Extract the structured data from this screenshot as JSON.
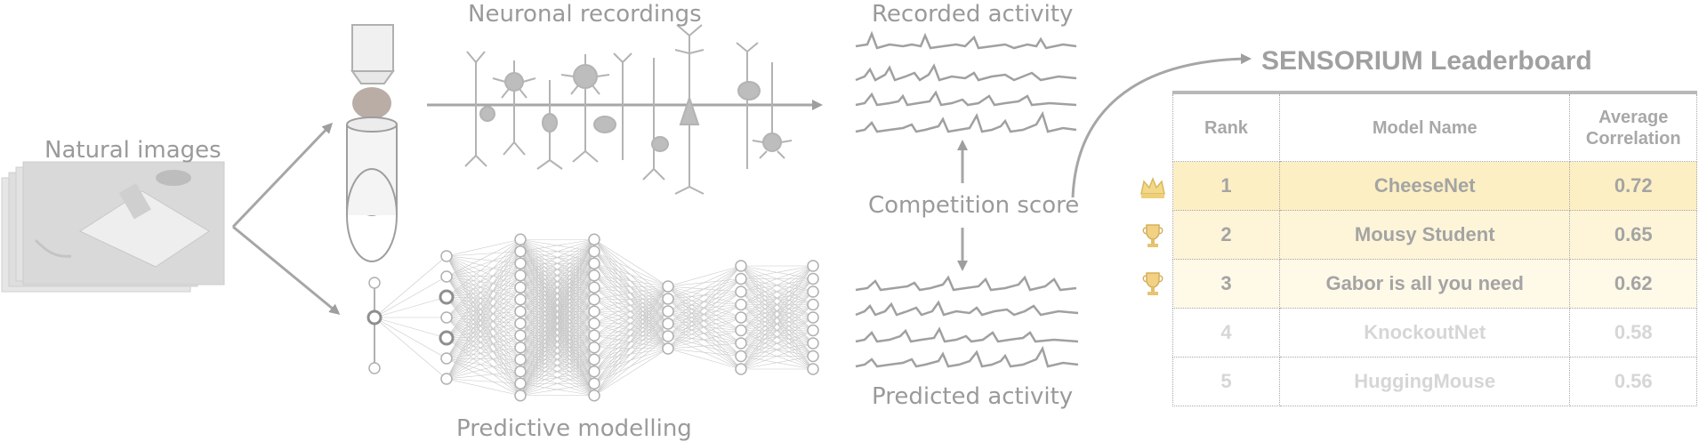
{
  "labels": {
    "natural_images": "Natural images",
    "neuronal_recordings": "Neuronal recordings",
    "recorded_activity": "Recorded activity",
    "competition_score": "Competition score",
    "predicted_activity": "Predicted activity",
    "predictive_modelling": "Predictive modelling"
  },
  "leaderboard": {
    "title": "SENSORIUM Leaderboard",
    "headers": {
      "rank": "Rank",
      "model": "Model Name",
      "corr_line1": "Average",
      "corr_line2": "Correlation"
    },
    "rows": [
      {
        "rank": "1",
        "model": "CheeseNet",
        "corr": "0.72",
        "badge": "crown-icon"
      },
      {
        "rank": "2",
        "model": "Mousy Student",
        "corr": "0.65",
        "badge": "trophy-icon"
      },
      {
        "rank": "3",
        "model": "Gabor is all you need",
        "corr": "0.62",
        "badge": "trophy-icon"
      },
      {
        "rank": "4",
        "model": "KnockoutNet",
        "corr": "0.58"
      },
      {
        "rank": "5",
        "model": "HuggingMouse",
        "corr": "0.56"
      }
    ]
  },
  "colors": {
    "line": "#a6a6a6",
    "text": "#9a9a9a",
    "rank1_bg": "#fdefc4",
    "rank2_bg": "#fef5d9",
    "rank3_bg": "#fff9e8",
    "faded_text": "#d6d6d6"
  }
}
